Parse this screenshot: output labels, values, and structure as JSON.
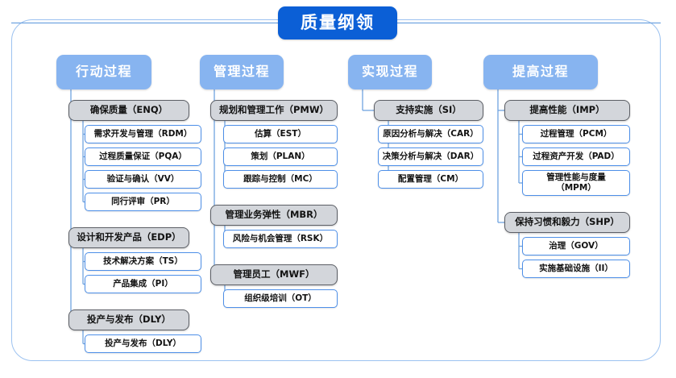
{
  "diagram": {
    "title": "质量纲领",
    "frame_color": "#9CC2F0",
    "title_color": "#0B5FD6",
    "category_color": "#87B4F0",
    "group_color": "#D3D6DB",
    "leaf_border_color": "#4D8FE8",
    "connector_color": "#6FA3E0"
  },
  "columns": [
    {
      "header": "行动过程",
      "groups": [
        {
          "label": "确保质量（ENQ）",
          "children": [
            "需求开发与管理（RDM）",
            "过程质量保证（PQA）",
            "验证与确认（VV）",
            "同行评审（PR）"
          ]
        },
        {
          "label": "设计和开发产品（EDP）",
          "children": [
            "技术解决方案（TS）",
            "产品集成（PI）"
          ]
        },
        {
          "label": "投产与发布（DLY）",
          "children": [
            "投产与发布（DLY）"
          ]
        }
      ]
    },
    {
      "header": "管理过程",
      "groups": [
        {
          "label": "规划和管理工作（PMW）",
          "children": [
            "估算（EST）",
            "策划（PLAN）",
            "跟踪与控制（MC）"
          ]
        },
        {
          "label": "管理业务弹性（MBR）",
          "children": [
            "风险与机会管理（RSK）"
          ]
        },
        {
          "label": "管理员工（MWF）",
          "children": [
            "组织级培训（OT）"
          ]
        }
      ]
    },
    {
      "header": "实现过程",
      "groups": [
        {
          "label": "支持实施（SI）",
          "children": [
            "原因分析与解决（CAR）",
            "决策分析与解决（DAR）",
            "配置管理（CM）"
          ]
        }
      ]
    },
    {
      "header": "提高过程",
      "groups": [
        {
          "label": "提高性能（IMP）",
          "children": [
            "过程管理（PCM）",
            "过程资产开发（PAD）",
            "管理性能与度量\n（MPM）"
          ]
        },
        {
          "label": "保持习惯和毅力（SHP）",
          "children": [
            "治理（GOV）",
            "实施基础设施（II）"
          ]
        }
      ]
    }
  ]
}
